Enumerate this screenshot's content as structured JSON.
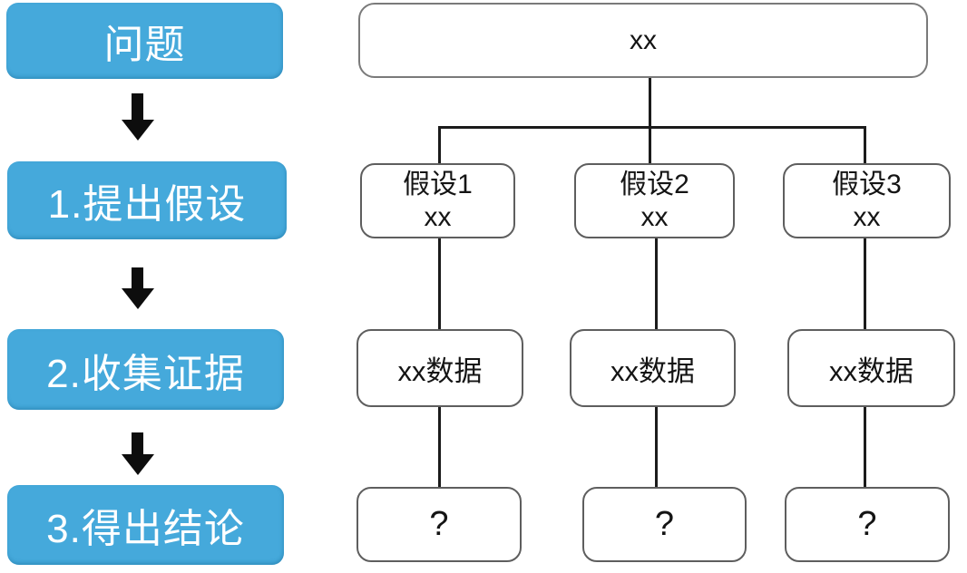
{
  "colors": {
    "accent_blue": "#45a9db",
    "node_border": "#5e5e5e",
    "line_color": "#1b1b1b",
    "step_text": "#ffffff",
    "node_text": "#141414"
  },
  "process_steps": [
    {
      "label": "问题"
    },
    {
      "label": "1.提出假设"
    },
    {
      "label": "2.收集证据"
    },
    {
      "label": "3.得出结论"
    }
  ],
  "tree": {
    "root": {
      "label": "xx"
    },
    "hypotheses": [
      {
        "title": "假设1",
        "sub": "xx"
      },
      {
        "title": "假设2",
        "sub": "xx"
      },
      {
        "title": "假设3",
        "sub": "xx"
      }
    ],
    "data_nodes": [
      {
        "label": "xx数据"
      },
      {
        "label": "xx数据"
      },
      {
        "label": "xx数据"
      }
    ],
    "conclusion_nodes": [
      {
        "label": "?"
      },
      {
        "label": "?"
      },
      {
        "label": "?"
      }
    ]
  }
}
